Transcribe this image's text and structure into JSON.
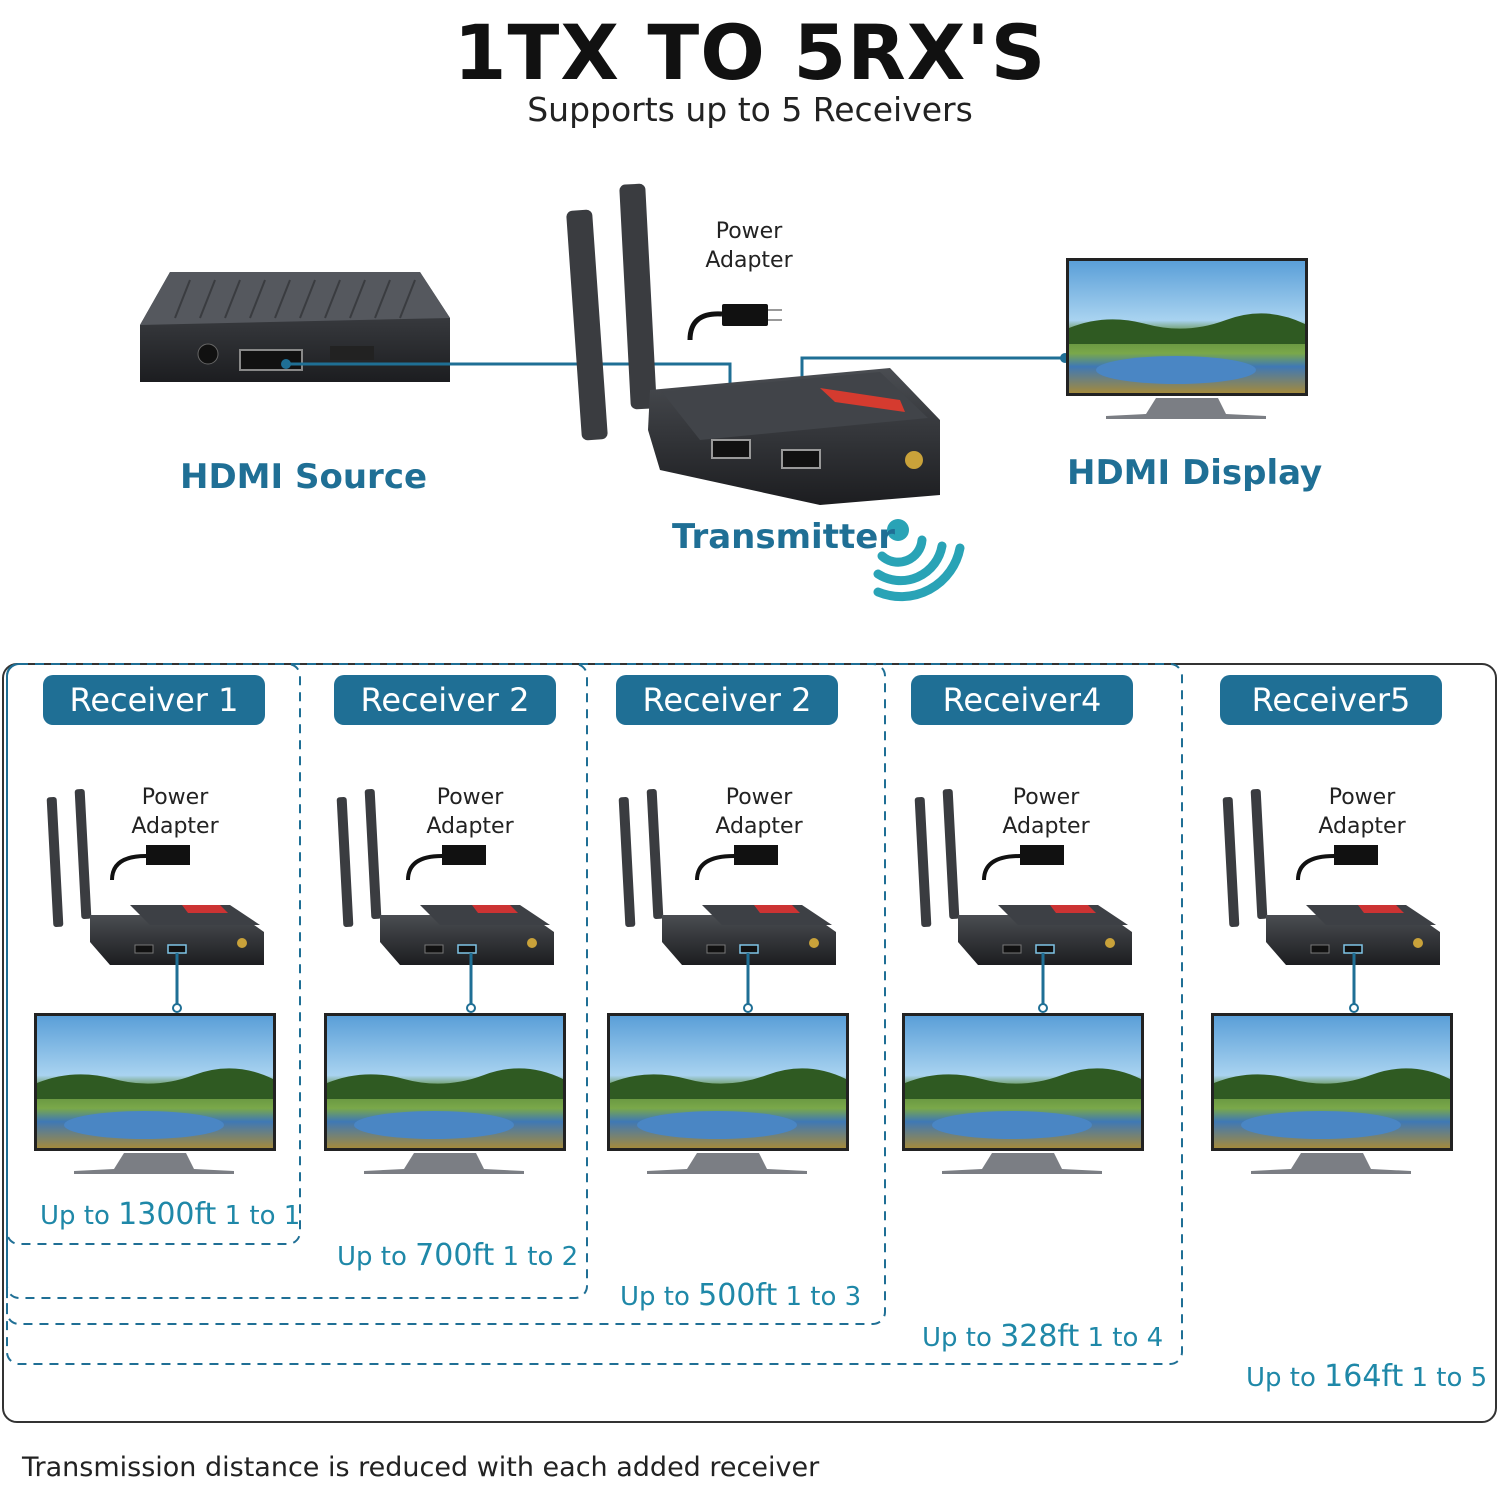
{
  "header": {
    "title": "1TX TO 5RX'S",
    "subtitle": "Supports up to 5 Receivers"
  },
  "top": {
    "source_label": "HDMI Source",
    "display_label": "HDMI Display",
    "transmitter_label": "Transmitter",
    "power_adapter_label": [
      "Power",
      "Adapter"
    ]
  },
  "receivers": [
    {
      "badge": "Receiver 1",
      "power_line1": "Power",
      "power_line2": "Adapter",
      "dist_prefix": "Up to",
      "dist_value": "1300ft",
      "dist_suffix": "1 to 1"
    },
    {
      "badge": "Receiver 2",
      "power_line1": "Power",
      "power_line2": "Adapter",
      "dist_prefix": "Up to",
      "dist_value": "700ft",
      "dist_suffix": "1 to 2"
    },
    {
      "badge": "Receiver 2",
      "power_line1": "Power",
      "power_line2": "Adapter",
      "dist_prefix": "Up to",
      "dist_value": "500ft",
      "dist_suffix": "1 to 3"
    },
    {
      "badge": "Receiver4",
      "power_line1": "Power",
      "power_line2": "Adapter",
      "dist_prefix": "Up to",
      "dist_value": "328ft",
      "dist_suffix": "1 to 4"
    },
    {
      "badge": "Receiver5",
      "power_line1": "Power",
      "power_line2": "Adapter",
      "dist_prefix": "Up to",
      "dist_value": "164ft",
      "dist_suffix": "1 to 5"
    }
  ],
  "footer": "Transmission distance is reduced with each added receiver",
  "colors": {
    "accent": "#1f6f95",
    "distance": "#1f88a8",
    "device": "#2a2d33"
  }
}
